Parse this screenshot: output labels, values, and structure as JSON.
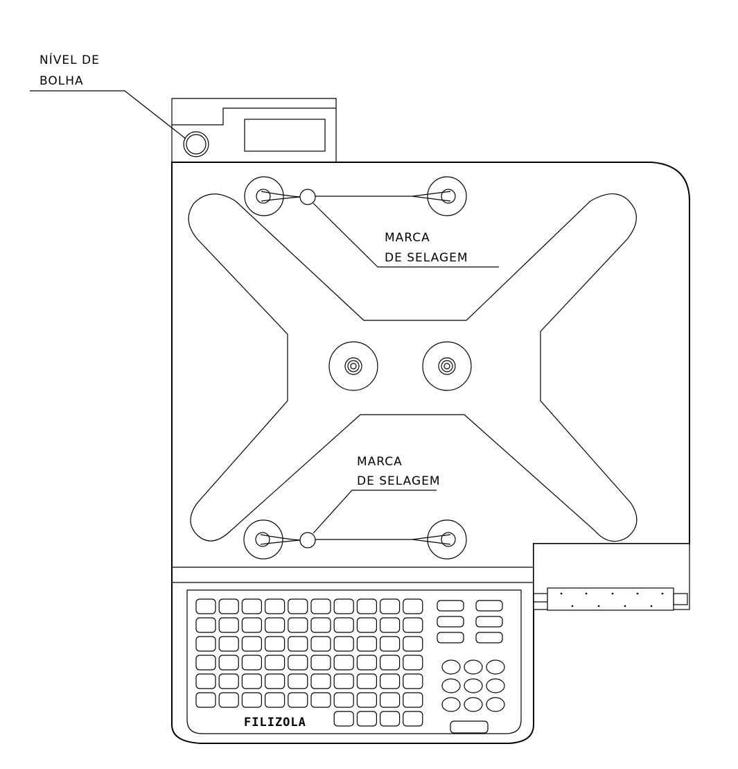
{
  "labels": {
    "bubble_level": {
      "line1": "NÍVEL  DE",
      "line2": "BOLHA"
    },
    "seal_mark_top": {
      "line1": "MARCA",
      "line2": "DE  SELAGEM"
    },
    "seal_mark_bottom": {
      "line1": "MARCA",
      "line2": "DE  SELAGEM"
    }
  },
  "keypad": {
    "main_rows": [
      10,
      10,
      10,
      10,
      10,
      10
    ],
    "function_keys": 6,
    "numeric_keys": 9,
    "brand": "FILIZOLA"
  }
}
